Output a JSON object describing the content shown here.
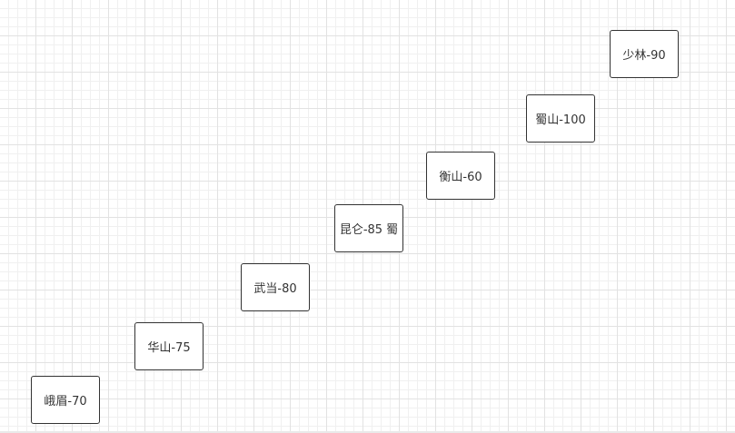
{
  "diagram": {
    "nodes": [
      {
        "id": "emei",
        "label": "峨眉-70"
      },
      {
        "id": "huashan",
        "label": "华山-75"
      },
      {
        "id": "wudang",
        "label": "武当-80"
      },
      {
        "id": "kunlun",
        "label": "昆仑-85 蜀"
      },
      {
        "id": "hengshan",
        "label": "衡山-60"
      },
      {
        "id": "shushan",
        "label": "蜀山-100"
      },
      {
        "id": "shaolin",
        "label": "少林-90"
      }
    ]
  }
}
